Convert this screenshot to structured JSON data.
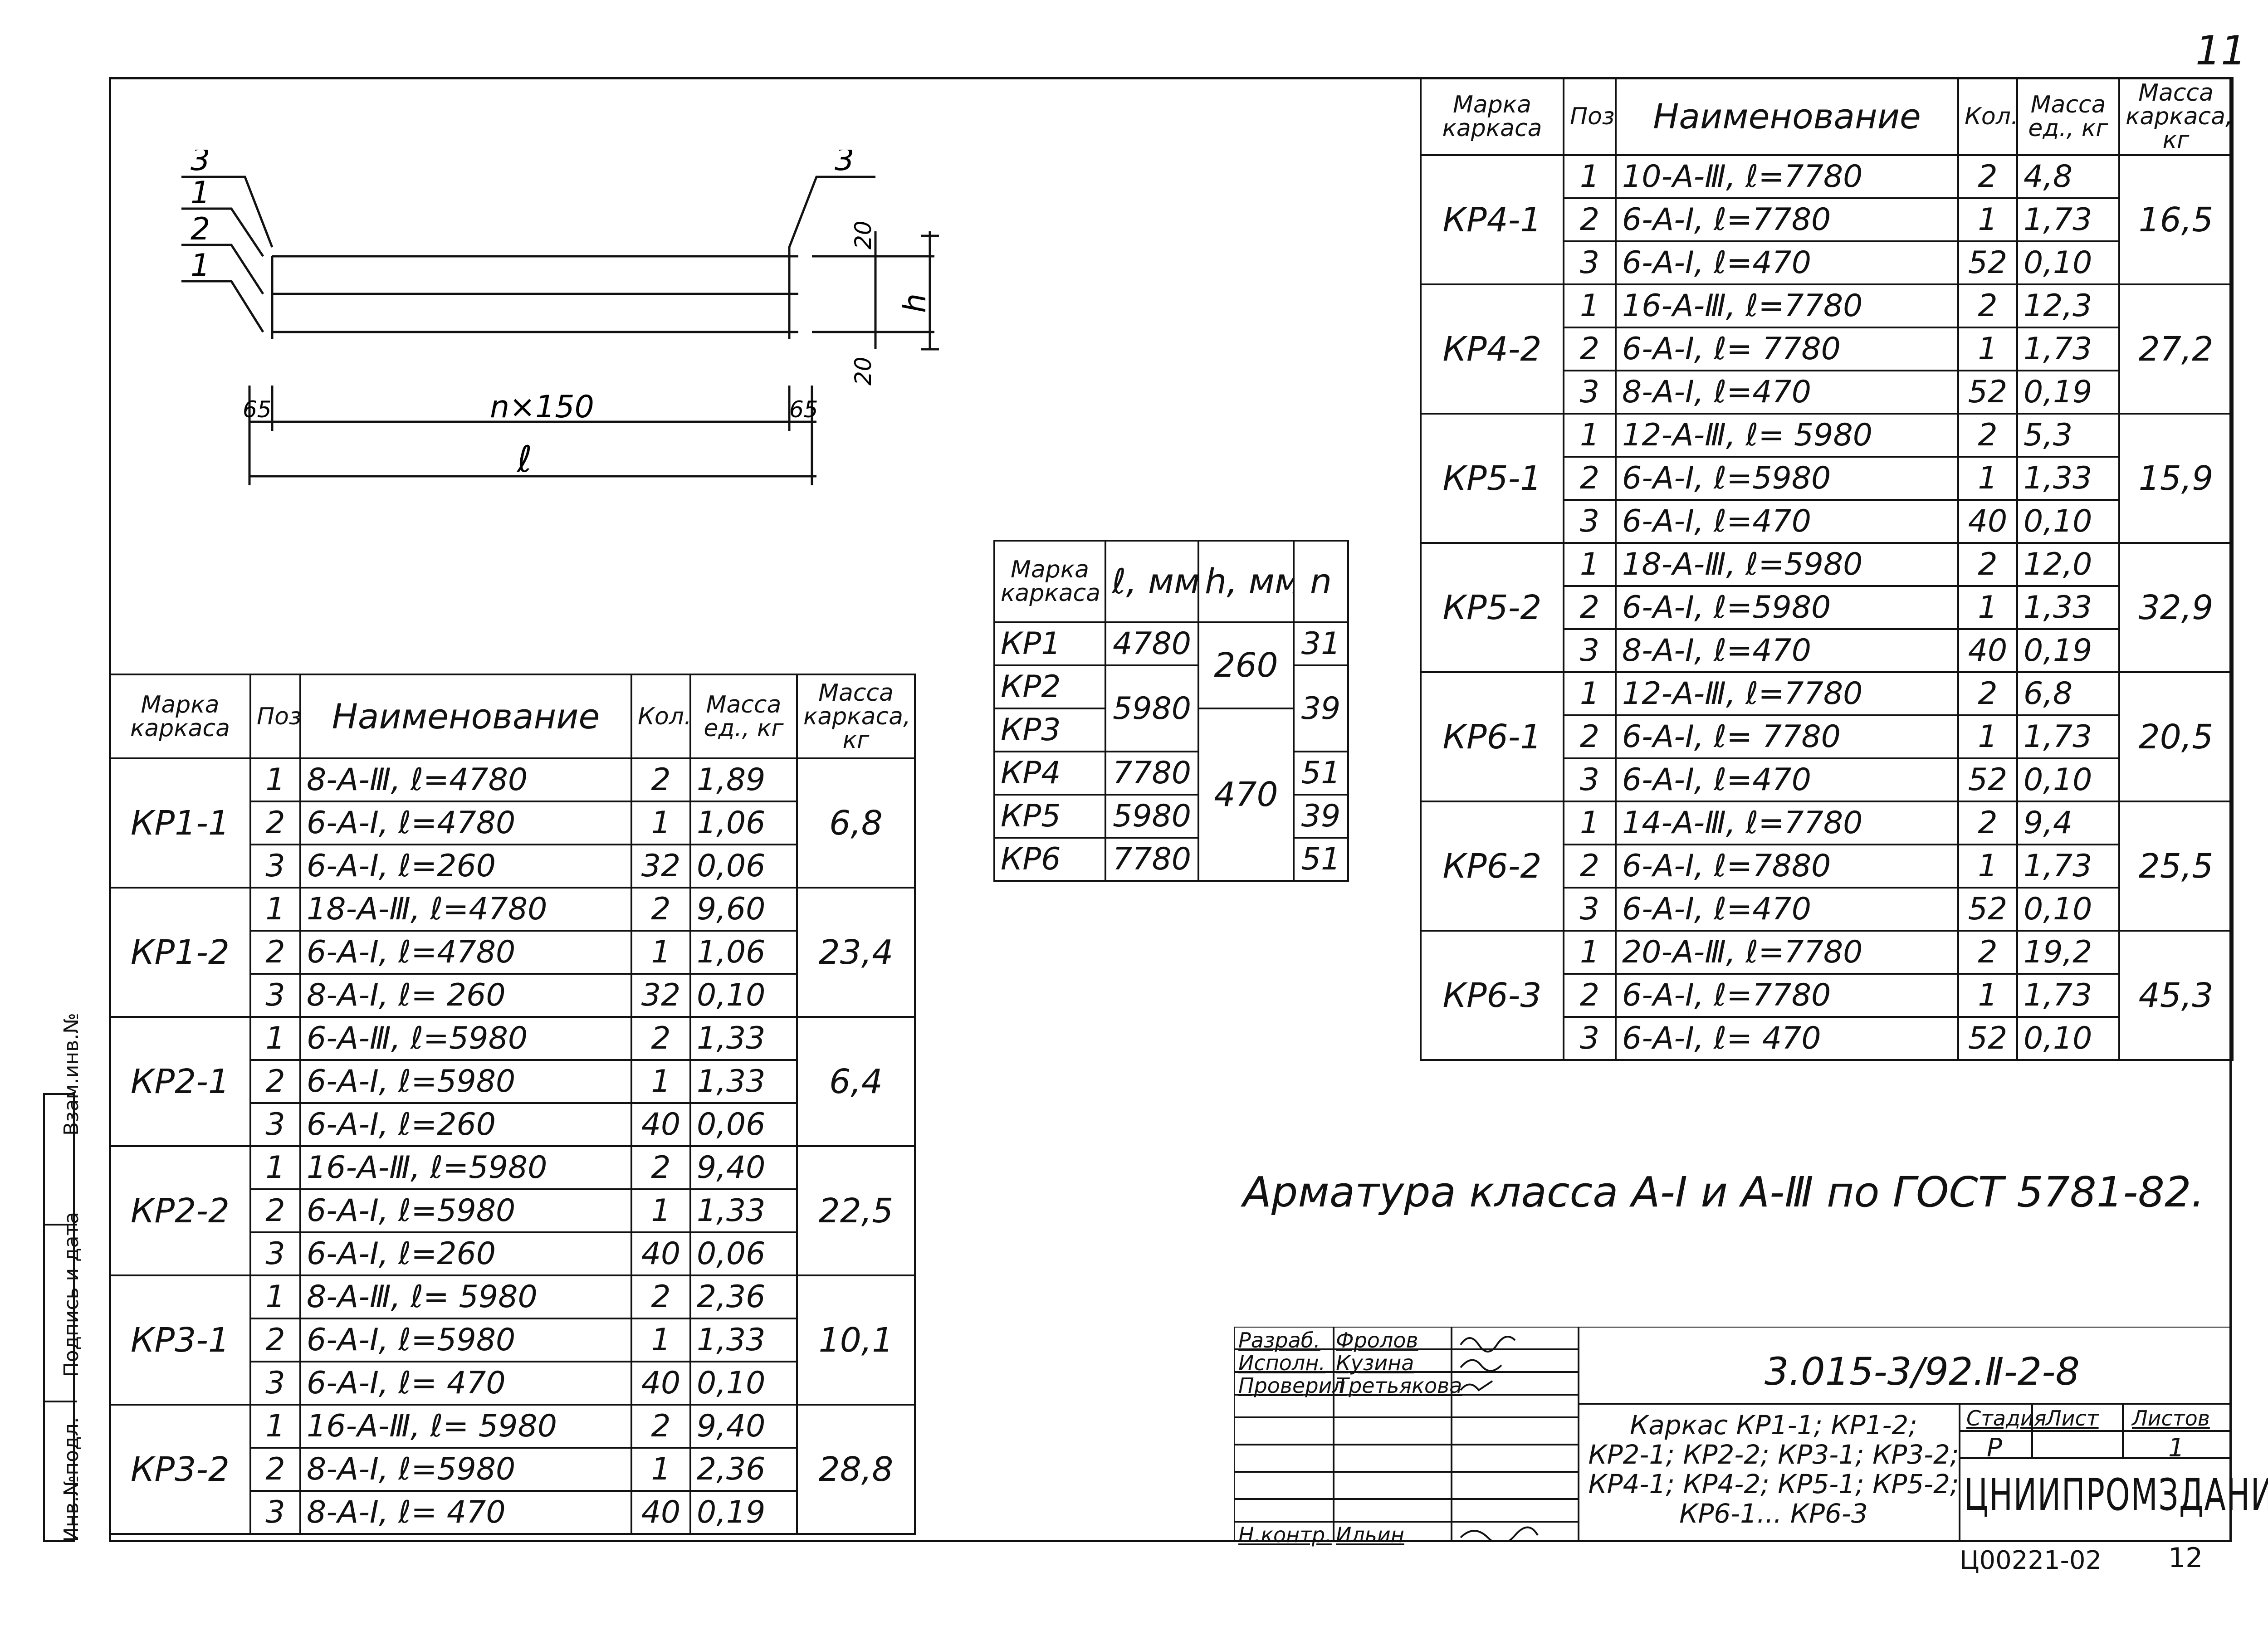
{
  "page_number": "11",
  "drawing_labels": {
    "pos_left_top": "3",
    "pos_left_1": "1",
    "pos_left_2": "2",
    "pos_left_3": "1",
    "pos_right_top": "3",
    "dim_20_top": "20",
    "dim_20_bottom": "20",
    "dim_h": "h",
    "dim_65_left": "65",
    "dim_65_right": "65",
    "dim_span": "n×150",
    "dim_l": "ℓ"
  },
  "header_labels": {
    "mark": [
      "Марка",
      "каркаса"
    ],
    "pos": "Поз.",
    "name": "Наименование",
    "qty": "Кол.",
    "unit_mass": [
      "Масса",
      "ед., кг"
    ],
    "frame_mass": [
      "Масса",
      "каркаса,",
      "кг"
    ]
  },
  "table_left": [
    {
      "mark": "КР1-1",
      "mass": "6,8",
      "rows": [
        {
          "pos": "1",
          "name": "8-А-Ⅲ, ℓ=4780",
          "qty": "2",
          "unit": "1,89"
        },
        {
          "pos": "2",
          "name": "6-А-Ⅰ, ℓ=4780",
          "qty": "1",
          "unit": "1,06"
        },
        {
          "pos": "3",
          "name": "6-А-Ⅰ, ℓ=260",
          "qty": "32",
          "unit": "0,06"
        }
      ]
    },
    {
      "mark": "КР1-2",
      "mass": "23,4",
      "rows": [
        {
          "pos": "1",
          "name": "18-А-Ⅲ, ℓ=4780",
          "qty": "2",
          "unit": "9,60"
        },
        {
          "pos": "2",
          "name": "6-А-Ⅰ, ℓ=4780",
          "qty": "1",
          "unit": "1,06"
        },
        {
          "pos": "3",
          "name": "8-А-Ⅰ, ℓ= 260",
          "qty": "32",
          "unit": "0,10"
        }
      ]
    },
    {
      "mark": "КР2-1",
      "mass": "6,4",
      "rows": [
        {
          "pos": "1",
          "name": "6-А-Ⅲ, ℓ=5980",
          "qty": "2",
          "unit": "1,33"
        },
        {
          "pos": "2",
          "name": "6-А-Ⅰ, ℓ=5980",
          "qty": "1",
          "unit": "1,33"
        },
        {
          "pos": "3",
          "name": "6-А-Ⅰ, ℓ=260",
          "qty": "40",
          "unit": "0,06"
        }
      ]
    },
    {
      "mark": "КР2-2",
      "mass": "22,5",
      "rows": [
        {
          "pos": "1",
          "name": "16-А-Ⅲ, ℓ=5980",
          "qty": "2",
          "unit": "9,40"
        },
        {
          "pos": "2",
          "name": "6-А-Ⅰ, ℓ=5980",
          "qty": "1",
          "unit": "1,33"
        },
        {
          "pos": "3",
          "name": "6-А-Ⅰ, ℓ=260",
          "qty": "40",
          "unit": "0,06"
        }
      ]
    },
    {
      "mark": "КР3-1",
      "mass": "10,1",
      "rows": [
        {
          "pos": "1",
          "name": "8-А-Ⅲ, ℓ= 5980",
          "qty": "2",
          "unit": "2,36"
        },
        {
          "pos": "2",
          "name": "6-А-Ⅰ, ℓ=5980",
          "qty": "1",
          "unit": "1,33"
        },
        {
          "pos": "3",
          "name": "6-А-Ⅰ, ℓ= 470",
          "qty": "40",
          "unit": "0,10"
        }
      ]
    },
    {
      "mark": "КР3-2",
      "mass": "28,8",
      "rows": [
        {
          "pos": "1",
          "name": "16-А-Ⅲ, ℓ= 5980",
          "qty": "2",
          "unit": "9,40"
        },
        {
          "pos": "2",
          "name": "8-А-Ⅰ, ℓ=5980",
          "qty": "1",
          "unit": "2,36"
        },
        {
          "pos": "3",
          "name": "8-А-Ⅰ, ℓ= 470",
          "qty": "40",
          "unit": "0,19"
        }
      ]
    }
  ],
  "table_right": [
    {
      "mark": "КР4-1",
      "mass": "16,5",
      "rows": [
        {
          "pos": "1",
          "name": "10-А-Ⅲ, ℓ=7780",
          "qty": "2",
          "unit": "4,8"
        },
        {
          "pos": "2",
          "name": "6-А-Ⅰ, ℓ=7780",
          "qty": "1",
          "unit": "1,73"
        },
        {
          "pos": "3",
          "name": "6-А-Ⅰ, ℓ=470",
          "qty": "52",
          "unit": "0,10"
        }
      ]
    },
    {
      "mark": "КР4-2",
      "mass": "27,2",
      "rows": [
        {
          "pos": "1",
          "name": "16-А-Ⅲ, ℓ=7780",
          "qty": "2",
          "unit": "12,3"
        },
        {
          "pos": "2",
          "name": "6-А-Ⅰ, ℓ= 7780",
          "qty": "1",
          "unit": "1,73"
        },
        {
          "pos": "3",
          "name": "8-А-Ⅰ, ℓ=470",
          "qty": "52",
          "unit": "0,19"
        }
      ]
    },
    {
      "mark": "КР5-1",
      "mass": "15,9",
      "rows": [
        {
          "pos": "1",
          "name": "12-А-Ⅲ, ℓ= 5980",
          "qty": "2",
          "unit": "5,3"
        },
        {
          "pos": "2",
          "name": "6-А-Ⅰ, ℓ=5980",
          "qty": "1",
          "unit": "1,33"
        },
        {
          "pos": "3",
          "name": "6-А-Ⅰ, ℓ=470",
          "qty": "40",
          "unit": "0,10"
        }
      ]
    },
    {
      "mark": "КР5-2",
      "mass": "32,9",
      "rows": [
        {
          "pos": "1",
          "name": "18-А-Ⅲ, ℓ=5980",
          "qty": "2",
          "unit": "12,0"
        },
        {
          "pos": "2",
          "name": "6-А-Ⅰ, ℓ=5980",
          "qty": "1",
          "unit": "1,33"
        },
        {
          "pos": "3",
          "name": "8-А-Ⅰ, ℓ=470",
          "qty": "40",
          "unit": "0,19"
        }
      ]
    },
    {
      "mark": "КР6-1",
      "mass": "20,5",
      "rows": [
        {
          "pos": "1",
          "name": "12-А-Ⅲ, ℓ=7780",
          "qty": "2",
          "unit": "6,8"
        },
        {
          "pos": "2",
          "name": "6-А-Ⅰ, ℓ= 7780",
          "qty": "1",
          "unit": "1,73"
        },
        {
          "pos": "3",
          "name": "6-А-Ⅰ, ℓ=470",
          "qty": "52",
          "unit": "0,10"
        }
      ]
    },
    {
      "mark": "КР6-2",
      "mass": "25,5",
      "rows": [
        {
          "pos": "1",
          "name": "14-А-Ⅲ, ℓ=7780",
          "qty": "2",
          "unit": "9,4"
        },
        {
          "pos": "2",
          "name": "6-А-Ⅰ, ℓ=7880",
          "qty": "1",
          "unit": "1,73"
        },
        {
          "pos": "3",
          "name": "6-А-Ⅰ, ℓ=470",
          "qty": "52",
          "unit": "0,10"
        }
      ]
    },
    {
      "mark": "КР6-3",
      "mass": "45,3",
      "rows": [
        {
          "pos": "1",
          "name": "20-А-Ⅲ, ℓ=7780",
          "qty": "2",
          "unit": "19,2"
        },
        {
          "pos": "2",
          "name": "6-А-Ⅰ, ℓ=7780",
          "qty": "1",
          "unit": "1,73"
        },
        {
          "pos": "3",
          "name": "6-А-Ⅰ, ℓ= 470",
          "qty": "52",
          "unit": "0,10"
        }
      ]
    }
  ],
  "table_mid": {
    "headers": {
      "mark": [
        "Марка",
        "каркаса"
      ],
      "l": "ℓ, мм",
      "h": "h, мм",
      "n": "n"
    },
    "rows": [
      {
        "mark": "КР1",
        "l": "4780",
        "n": "31"
      },
      {
        "mark": "КР2",
        "n": "39"
      },
      {
        "mark": "КР3",
        "l": "5980"
      },
      {
        "mark": "КР4",
        "l": "7780",
        "n": "51"
      },
      {
        "mark": "КР5",
        "l": "5980",
        "n": "39"
      },
      {
        "mark": "КР6",
        "l": "7780",
        "n": "51"
      }
    ],
    "h_groups": [
      "260",
      "470"
    ]
  },
  "note": "Арматура класса А-Ⅰ и А-Ⅲ по ГОСТ 5781-82.",
  "side_stamp": {
    "inv_podl": "Инв.№подл.",
    "sign_date": "Подпись и дата",
    "vzam": "Взам.инв.№"
  },
  "title_block": {
    "roles": [
      {
        "role": "Разраб.",
        "person": "Фролов"
      },
      {
        "role": "Исполн.",
        "person": "Кузина"
      },
      {
        "role": "Проверил",
        "person": "Третьякова"
      },
      {
        "role": "Н.контр.",
        "person": "Ильин"
      }
    ],
    "code": "3.015-3/92.Ⅱ-2-8",
    "name_lines": [
      "Каркас КР1-1; КР1-2;",
      "КР2-1; КР2-2; КР3-1; КР3-2;",
      "КР4-1; КР4-2; КР5-1; КР5-2;",
      "КР6-1... КР6-3"
    ],
    "stage_label": "Стадия",
    "sheet_label": "Лист",
    "sheets_label": "Листов",
    "stage": "Р",
    "sheets": "1",
    "org": "ЦНИИПРОМЗДАНИЙ",
    "bottom_code": "Ц00221-02",
    "bottom_num": "12"
  }
}
